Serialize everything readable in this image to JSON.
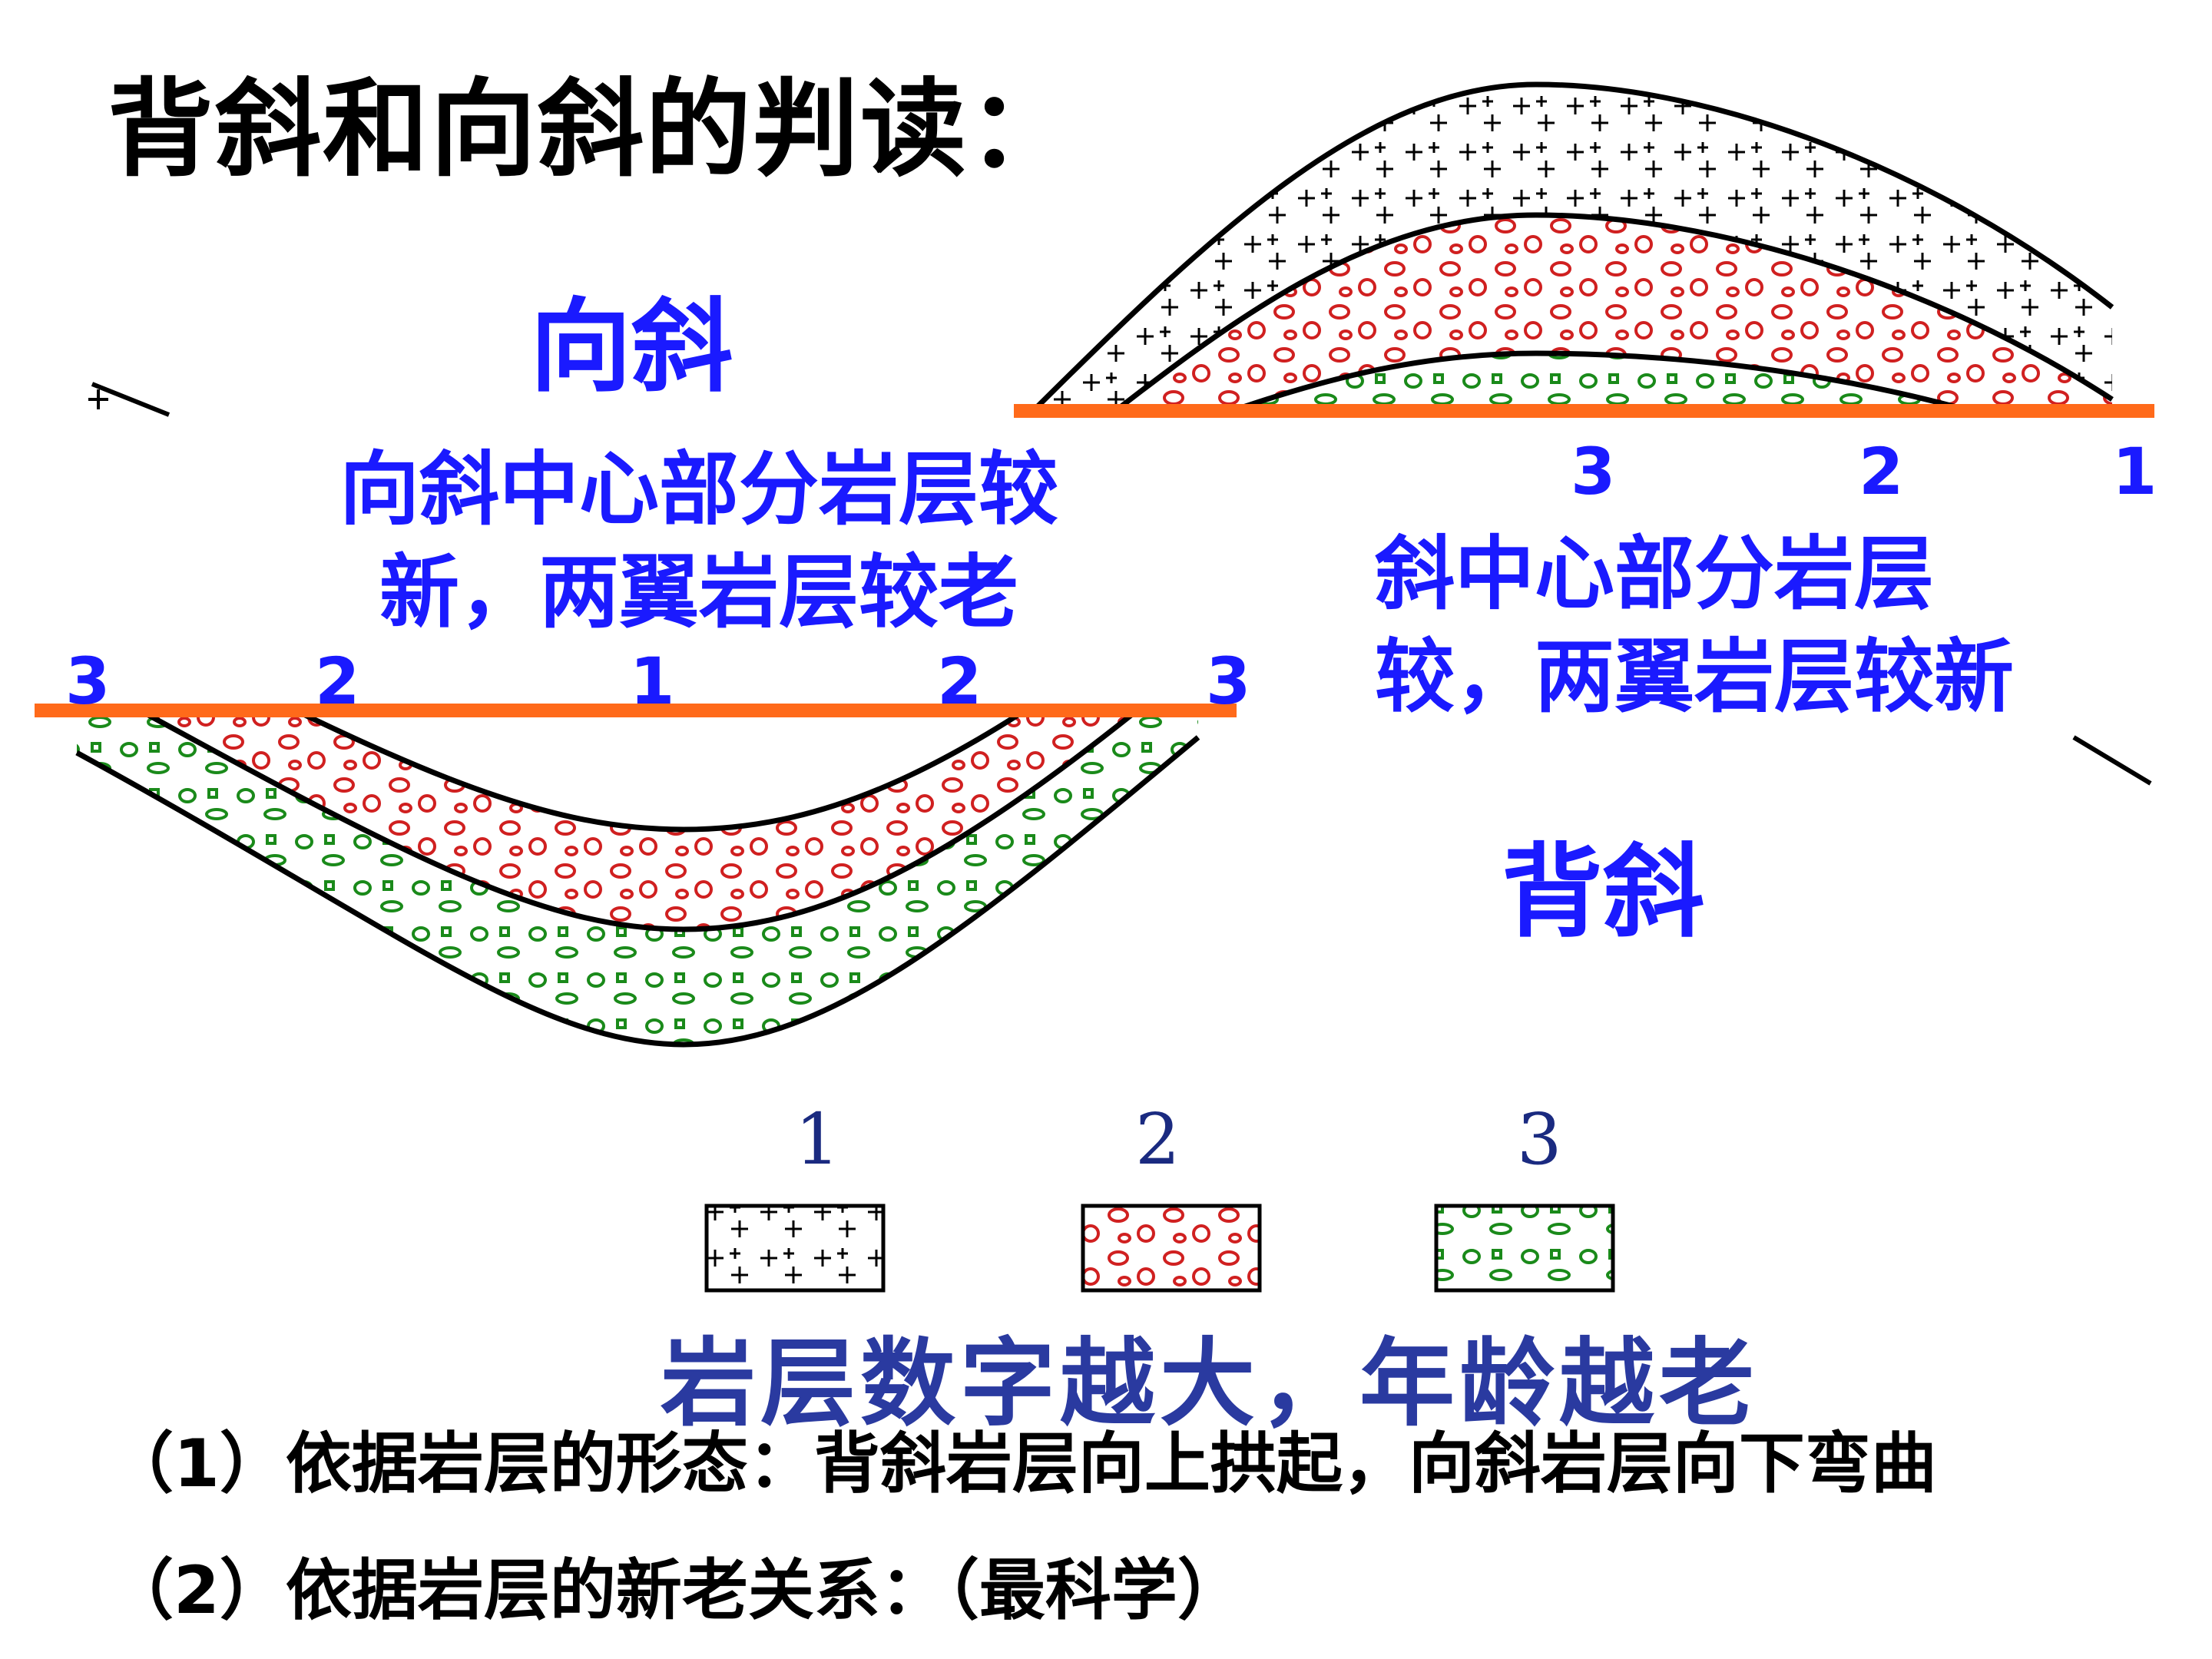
{
  "title": "背斜和向斜的判读：",
  "syncline": {
    "label": "向斜",
    "desc": "向斜中心部分岩层较新，两翼岩层较老",
    "cross_section_numbers": [
      "3",
      "2",
      "1",
      "2",
      "3"
    ]
  },
  "anticline": {
    "label": "背斜",
    "desc": "斜中心部分岩层较，两翼岩层较新",
    "cross_section_numbers": [
      "3",
      "2",
      "1"
    ]
  },
  "legend": {
    "items": [
      {
        "num": "1",
        "pattern": "plus-signs",
        "color": "#000000"
      },
      {
        "num": "2",
        "pattern": "red-ovals",
        "color": "#d02020"
      },
      {
        "num": "3",
        "pattern": "green-ovals",
        "color": "#1a8a1a"
      }
    ],
    "rule": "岩层数字越大，年龄越老"
  },
  "basis": [
    "（1）依据岩层的形态：背斜岩层向上拱起，向斜岩层向下弯曲",
    "（2）依据岩层的新老关系：（最科学）"
  ],
  "colors": {
    "section_line": "#ff6a1a",
    "label_blue": "#1a1aff",
    "layer_red": "#d02020",
    "layer_green": "#1a8a1a"
  }
}
